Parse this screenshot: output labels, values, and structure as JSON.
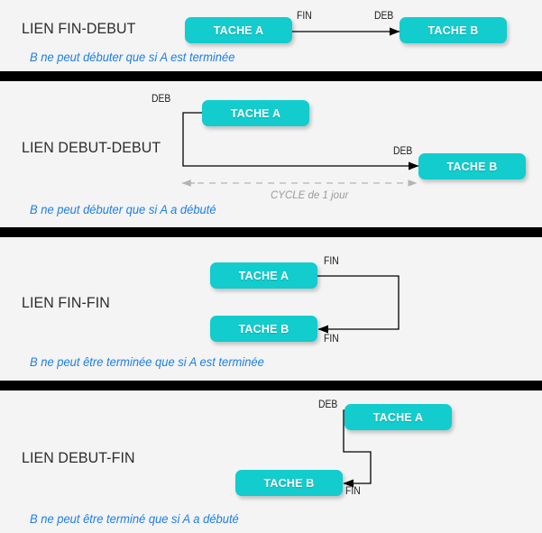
{
  "page": {
    "background_color": "#f4f4f4",
    "band_color": "#000000",
    "task_color": "#12ccce",
    "caption_color": "#1d7fe8",
    "title_color": "#2b2b2b",
    "cycle_color": "#9b9b9b"
  },
  "sections": [
    {
      "id": "fin-debut",
      "title": "LIEN FIN-DEBUT",
      "caption": "B ne peut débuter que si A est terminée",
      "task_a": "TACHE A",
      "task_b": "TACHE B",
      "marker_source": "FIN",
      "marker_target": "DEB"
    },
    {
      "id": "debut-debut",
      "title": "LIEN DEBUT-DEBUT",
      "caption": "B ne peut débuter que si A a débuté",
      "task_a": "TACHE A",
      "task_b": "TACHE B",
      "marker_source": "DEB",
      "marker_target": "DEB",
      "cycle_label": "CYCLE de 1 jour"
    },
    {
      "id": "fin-fin",
      "title": "LIEN FIN-FIN",
      "caption": "B ne peut être terminée que si A est terminée",
      "task_a": "TACHE A",
      "task_b": "TACHE B",
      "marker_source": "FIN",
      "marker_target": "FIN"
    },
    {
      "id": "debut-fin",
      "title": "LIEN DEBUT-FIN",
      "caption": "B ne peut être terminé que si A a débuté",
      "task_a": "TACHE A",
      "task_b": "TACHE B",
      "marker_source": "DEB",
      "marker_target": "FIN"
    }
  ]
}
